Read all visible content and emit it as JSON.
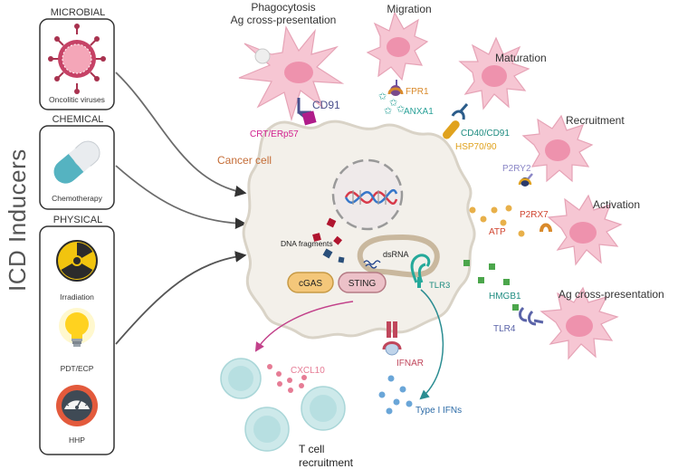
{
  "sidebar": {
    "title": "ICD Inducers",
    "sections": [
      {
        "header": "MICROBIAL",
        "items": [
          {
            "label": "Oncolitic viruses",
            "icon": "virus-icon"
          }
        ]
      },
      {
        "header": "CHEMICAL",
        "items": [
          {
            "label": "Chemotherapy",
            "icon": "pill-capsule-icon"
          }
        ]
      },
      {
        "header": "PHYSICAL",
        "items": [
          {
            "label": "Irradiation",
            "icon": "radiation-icon"
          },
          {
            "label": "PDT/ECP",
            "icon": "light-bulb-icon"
          },
          {
            "label": "HHP",
            "icon": "pressure-gauge-icon"
          }
        ]
      }
    ]
  },
  "cancer_cell": {
    "label": "Cancer cell",
    "dna_fragments": "DNA fragments",
    "dsrna": "dsRNA",
    "cgas": "cGAS",
    "sting": "STING",
    "tlr3": "TLR3",
    "ifnar": "IFNAR"
  },
  "processes": {
    "phagocytosis_title": "Phagocytosis",
    "phagocytosis_subtitle": "Ag cross-presentation",
    "migration": "Migration",
    "maturation": "Maturation",
    "recruitment": "Recruitment",
    "activation": "Activation",
    "ag_cross_presentation": "Ag cross-presentation",
    "t_cell_recruitment_1": "T cell",
    "t_cell_recruitment_2": "recruitment"
  },
  "receptors_ligands": {
    "cd91": "CD91",
    "crt_erp57": "CRT/ERp57",
    "fpr1": "FPR1",
    "anxa1": "ANXA1",
    "cd40_cd91": "CD40/CD91",
    "hsp70_90": "HSP70/90",
    "p2ry2": "P2RY2",
    "atp": "ATP",
    "p2rx7": "P2RX7",
    "hmgb1": "HMGB1",
    "tlr4": "TLR4",
    "cxcl10": "CXCL10",
    "type_i_ifns": "Type I IFNs"
  },
  "colors": {
    "dc_cell": "#f6c6d3",
    "dc_nucleus": "#ee92ad",
    "cancer_cell": "#f2efe8",
    "t_cell": "#cde9ea",
    "crt": "#d11f8e",
    "cd91": "#4a4f8c",
    "fpr1": "#d98a2b",
    "anxa1": "#2aa198",
    "hsp": "#e0a21e",
    "p2ry2": "#8a86c6",
    "atp": "#e8b04a",
    "p2rx7": "#d0442f",
    "hmgb1": "#4ba64b",
    "tlr4": "#5a63a8",
    "cxcl10": "#e67c95",
    "type_i_ifns": "#4a89c4",
    "cgas": "#f4c77a",
    "sting": "#e8a3ad",
    "tlr3": "#25a99a",
    "ifnar": "#c0475c"
  }
}
